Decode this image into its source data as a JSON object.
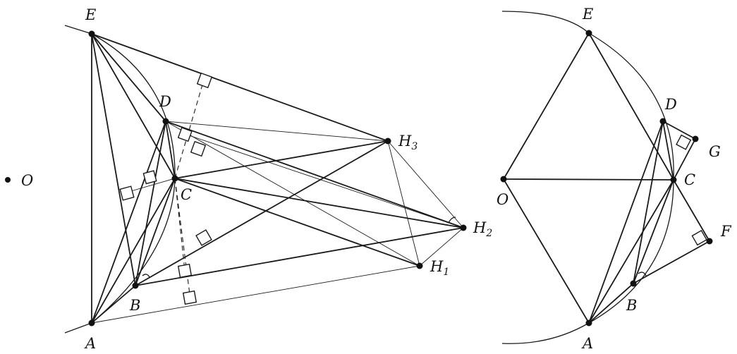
{
  "left_figure": {
    "labels": {
      "E": "E",
      "D": "D",
      "C": "C",
      "B": "B",
      "A": "A",
      "O": "O",
      "H1": {
        "main": "H",
        "sub": "1"
      },
      "H2": {
        "main": "H",
        "sub": "2"
      },
      "H3": {
        "main": "H",
        "sub": "3"
      }
    }
  },
  "right_figure": {
    "labels": {
      "E": "E",
      "D": "D",
      "C": "C",
      "B": "B",
      "A": "A",
      "O": "O",
      "G": "G",
      "F": "F"
    }
  }
}
